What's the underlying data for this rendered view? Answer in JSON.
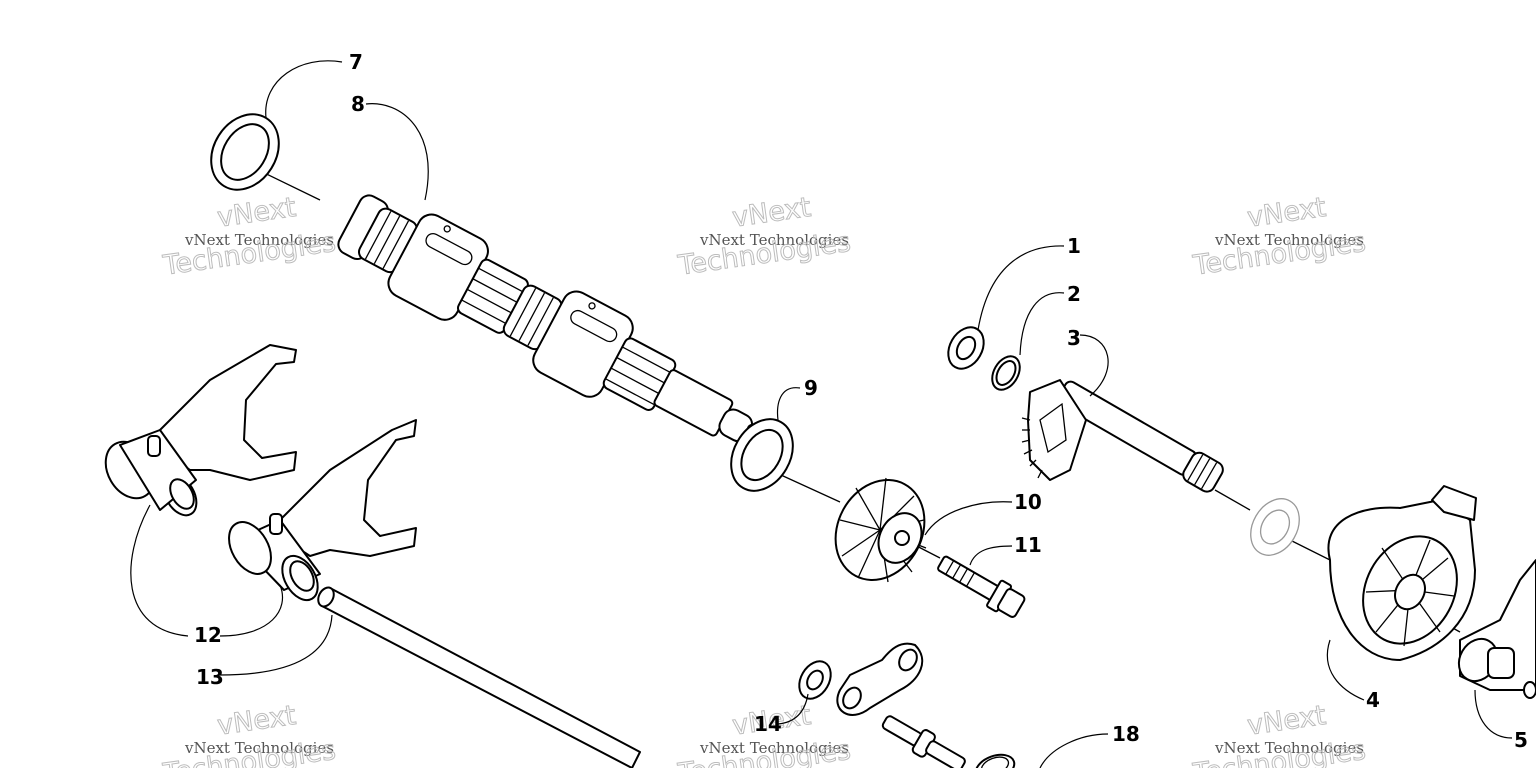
{
  "diagram": {
    "callouts": [
      {
        "id": "c1",
        "label": "1"
      },
      {
        "id": "c2",
        "label": "2"
      },
      {
        "id": "c3",
        "label": "3"
      },
      {
        "id": "c4",
        "label": "4"
      },
      {
        "id": "c5",
        "label": "5"
      },
      {
        "id": "c7",
        "label": "7"
      },
      {
        "id": "c8",
        "label": "8"
      },
      {
        "id": "c9",
        "label": "9"
      },
      {
        "id": "c10",
        "label": "10"
      },
      {
        "id": "c11",
        "label": "11"
      },
      {
        "id": "c12",
        "label": "12"
      },
      {
        "id": "c13",
        "label": "13"
      },
      {
        "id": "c14",
        "label": "14"
      },
      {
        "id": "c18",
        "label": "18"
      }
    ],
    "watermark": {
      "text_small": "vNext Technologies",
      "text_large_1": "vNext",
      "text_large_2": "Technologies"
    }
  }
}
